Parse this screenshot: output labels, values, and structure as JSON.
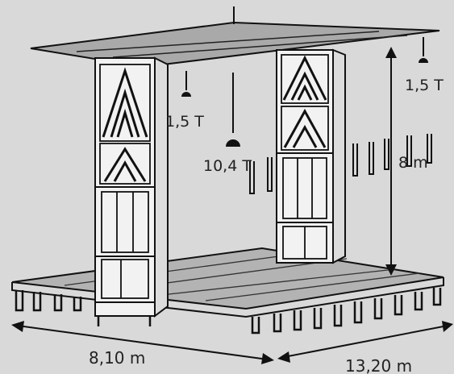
{
  "diagram": {
    "labels": {
      "load_left": "1,5 T",
      "load_right": "1,5 T",
      "load_center": "10,4 T",
      "height": "8 m",
      "width_front": "8,10 m",
      "width_depth": "13,20 m"
    },
    "colors": {
      "background": "#d9d9d9",
      "structure_fill": "#f2f2f2",
      "roof_fill": "#a9a9a9",
      "deck_fill": "#b3b3b3",
      "line": "#111111"
    }
  }
}
